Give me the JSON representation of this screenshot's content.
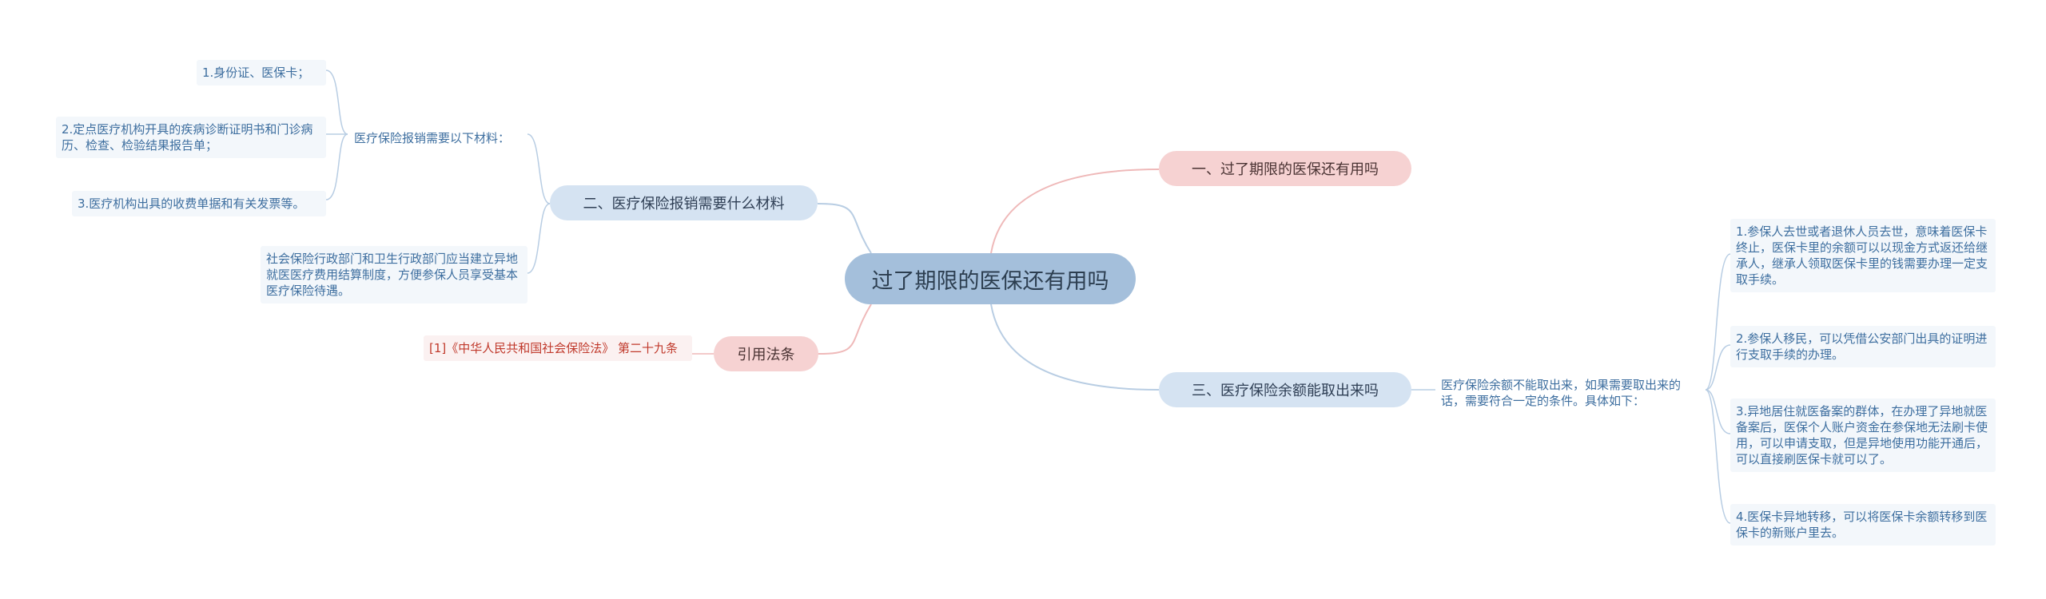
{
  "root": {
    "label": "过了期限的医保还有用吗"
  },
  "branch1": {
    "label": "一、过了期限的医保还有用吗"
  },
  "branch2": {
    "label": "二、医疗保险报销需要什么材料",
    "materials": {
      "label": "医疗保险报销需要以下材料：",
      "items": [
        "1.身份证、医保卡；",
        "2.定点医疗机构开具的疾病诊断证明书和门诊病历、检查、检验结果报告单；",
        "3.医疗机构出具的收费单据和有关发票等。"
      ]
    },
    "note": "社会保险行政部门和卫生行政部门应当建立异地就医医疗费用结算制度，方便参保人员享受基本医疗保险待遇。"
  },
  "branch3": {
    "label": "三、医疗保险余额能取出来吗",
    "intro": "医疗保险余额不能取出来，如果需要取出来的话，需要符合一定的条件。具体如下：",
    "items": [
      "1.参保人去世或者退休人员去世，意味着医保卡终止，医保卡里的余额可以以现金方式返还给继承人，继承人领取医保卡里的钱需要办理一定支取手续。",
      "2.参保人移民，可以凭借公安部门出具的证明进行支取手续的办理。",
      "3.异地居住就医备案的群体，在办理了异地就医备案后，医保个人账户资金在参保地无法刷卡使用，可以申请支取，但是异地使用功能开通后，可以直接刷医保卡就可以了。",
      "4.医保卡异地转移，可以将医保卡余额转移到医保卡的新账户里去。"
    ]
  },
  "branch4": {
    "label": "引用法条",
    "ref": "[1]《中华人民共和国社会保险法》 第二十九条"
  }
}
